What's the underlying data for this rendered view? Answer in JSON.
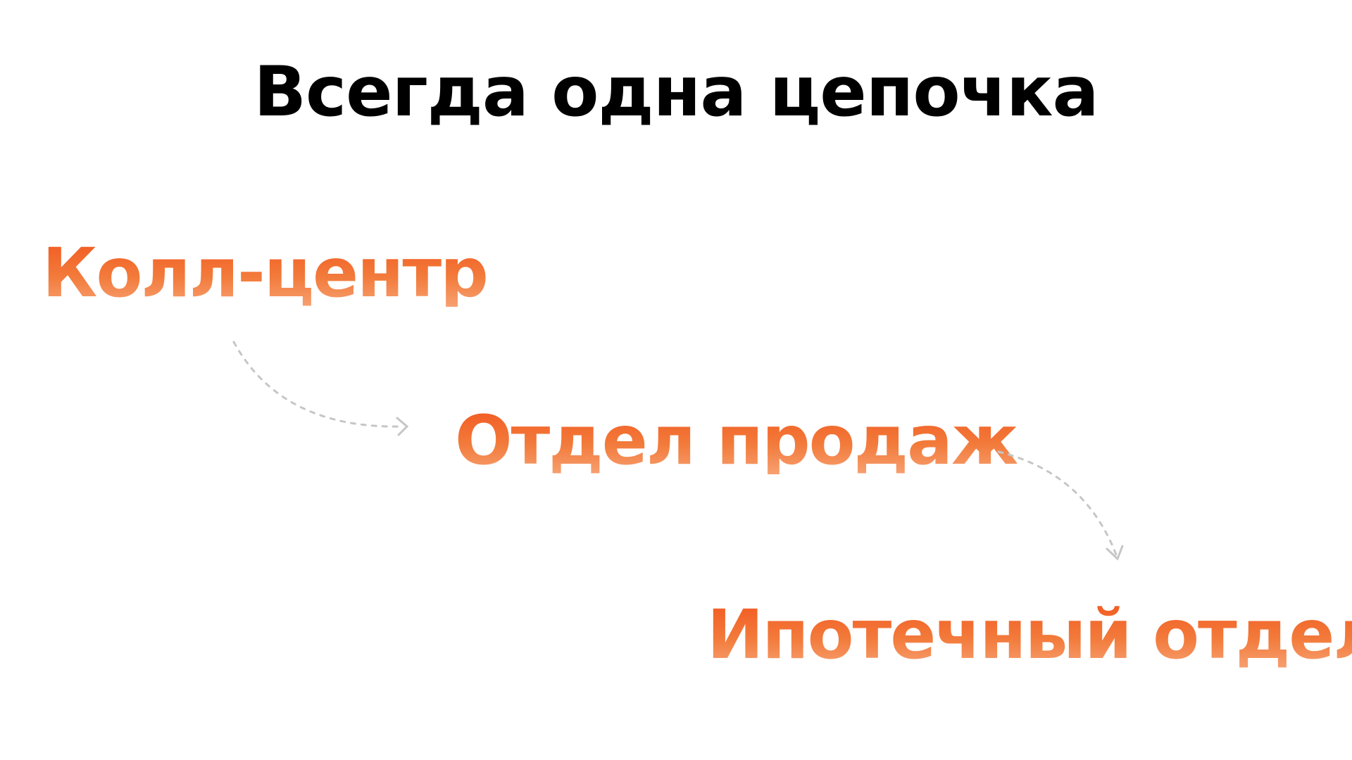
{
  "slide": {
    "title": "Всегда одна цепочка",
    "steps": [
      {
        "label": "Колл-центр"
      },
      {
        "label": "Отдел продаж"
      },
      {
        "label": "Ипотечный отдел"
      }
    ]
  },
  "colors": {
    "title": "#000000",
    "step_gradient_top": "#f25a22",
    "step_gradient_bottom": "#f7a071",
    "connector": "#c6c6c6"
  },
  "icons": {
    "connector_arrows": [
      "dashed-curved-arrow-icon",
      "dashed-curved-arrow-icon"
    ]
  }
}
